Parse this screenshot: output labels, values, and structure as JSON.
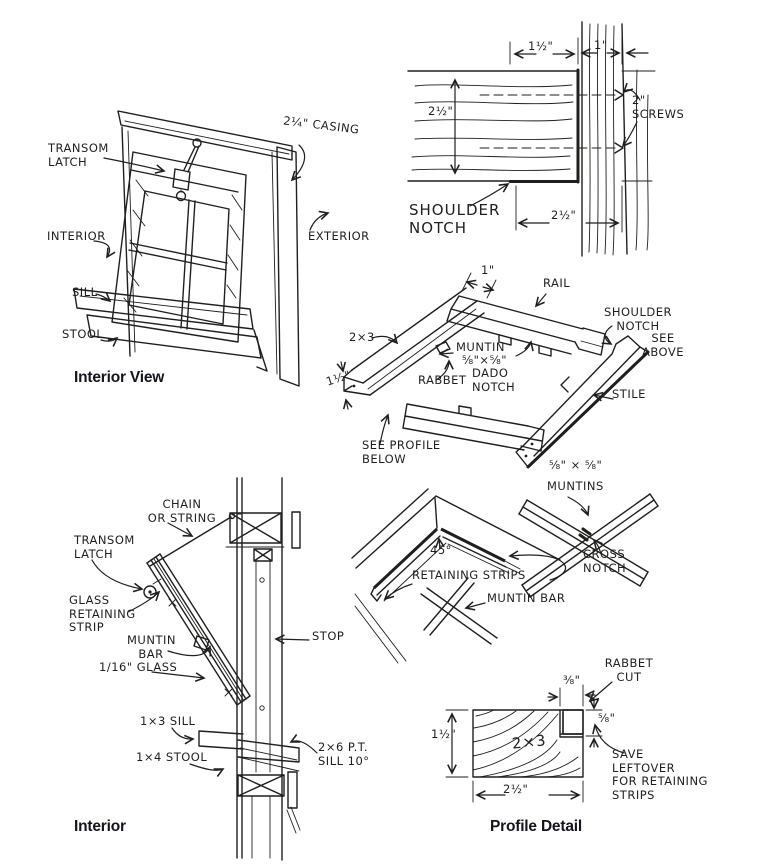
{
  "page": {
    "background": "#ffffff",
    "ink_color": "#1f1f1d",
    "caption_color": "#14141d"
  },
  "figures": {
    "interior_view": {
      "caption": "Interior View",
      "labels": {
        "transom_latch": "TRANSOM\nLATCH",
        "interior": "INTERIOR",
        "sill": "SILL",
        "stool": "STOOL",
        "casing": "2¼\" CASING",
        "exterior": "EXTERIOR"
      }
    },
    "shoulder_notch_detail": {
      "labels": {
        "dim_notch_width": "1½\"",
        "dim_reveal": "1\"",
        "dim_depth": "2½\"",
        "screws": "2\"\nSCREWS",
        "shoulder_notch": "SHOULDER\nNOTCH",
        "dim_bottom": "2½\""
      }
    },
    "frame_assembly": {
      "labels": {
        "dim_tenon": "1\"",
        "rail": "RAIL",
        "shoulder_notch": "SHOULDER\nNOTCH",
        "see_above": "SEE\nABOVE",
        "stock": "2×3",
        "muntin": "MUNTIN",
        "muntin_size": "⅝\"×⅝\"",
        "dado_notch": "DADO\nNOTCH",
        "rabbet": "RABBET",
        "stile": "STILE",
        "dim_thickness": "1½\"",
        "see_profile": "SEE PROFILE\nBELOW"
      }
    },
    "muntin_details": {
      "labels": {
        "muntin_size": "⅝\" × ⅝\"",
        "muntins": "MUNTINS",
        "cross_notch": "CROSS\nNOTCH",
        "miter_angle": "45°",
        "retaining_strips": "RETAINING STRIPS",
        "muntin_bar": "MUNTIN BAR"
      }
    },
    "interior_section": {
      "caption": "Interior",
      "labels": {
        "chain": "CHAIN\nOR STRING",
        "transom_latch": "TRANSOM\nLATCH",
        "glass_retaining_strip": "GLASS\nRETAINING\nSTRIP",
        "muntin_bar": "MUNTIN\nBAR",
        "glass": "1/16\" GLASS",
        "stop": "STOP",
        "sill": "1×3 SILL",
        "stool": "1×4 STOOL",
        "pt_sill": "2×6 P.T.\nSILL 10°"
      }
    },
    "profile_detail": {
      "caption": "Profile Detail",
      "labels": {
        "rabbet_cut": "RABBET\nCUT",
        "dim_rabbet_width": "⅜\"",
        "dim_rabbet_depth": "⅝\"",
        "dim_thickness": "1½\"",
        "stock": "2×3",
        "dim_width": "2½\"",
        "save_note": "SAVE\nLEFTOVER\nFOR RETAINING\nSTRIPS"
      }
    }
  }
}
